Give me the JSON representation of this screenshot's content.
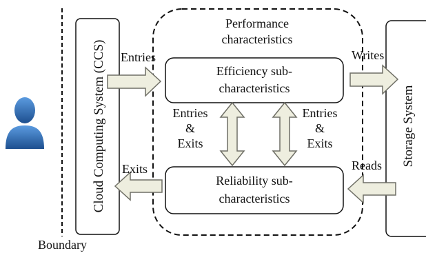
{
  "diagram": {
    "boundary_label": "Boundary",
    "ccs_label": "Cloud Computing System (CCS)",
    "storage_label": "Storage System",
    "performance_title": [
      "Performance",
      "characteristics"
    ],
    "efficiency_box": [
      "Efficiency sub-",
      "characteristics"
    ],
    "reliability_box": [
      "Reliability sub-",
      "characteristics"
    ],
    "entries_label": "Entries",
    "exits_label": "Exits",
    "writes_label": "Writes",
    "reads_label": "Reads",
    "left_exchange": [
      "Entries",
      "&",
      "Exits"
    ],
    "right_exchange": [
      "Entries",
      "&",
      "Exits"
    ],
    "user_icon": "user-silhouette-icon",
    "colors": {
      "arrow_fill": "#eeeedf",
      "arrow_stroke": "#6f6f66",
      "user_blue": "#2f6fb0",
      "line": "#111111"
    }
  }
}
